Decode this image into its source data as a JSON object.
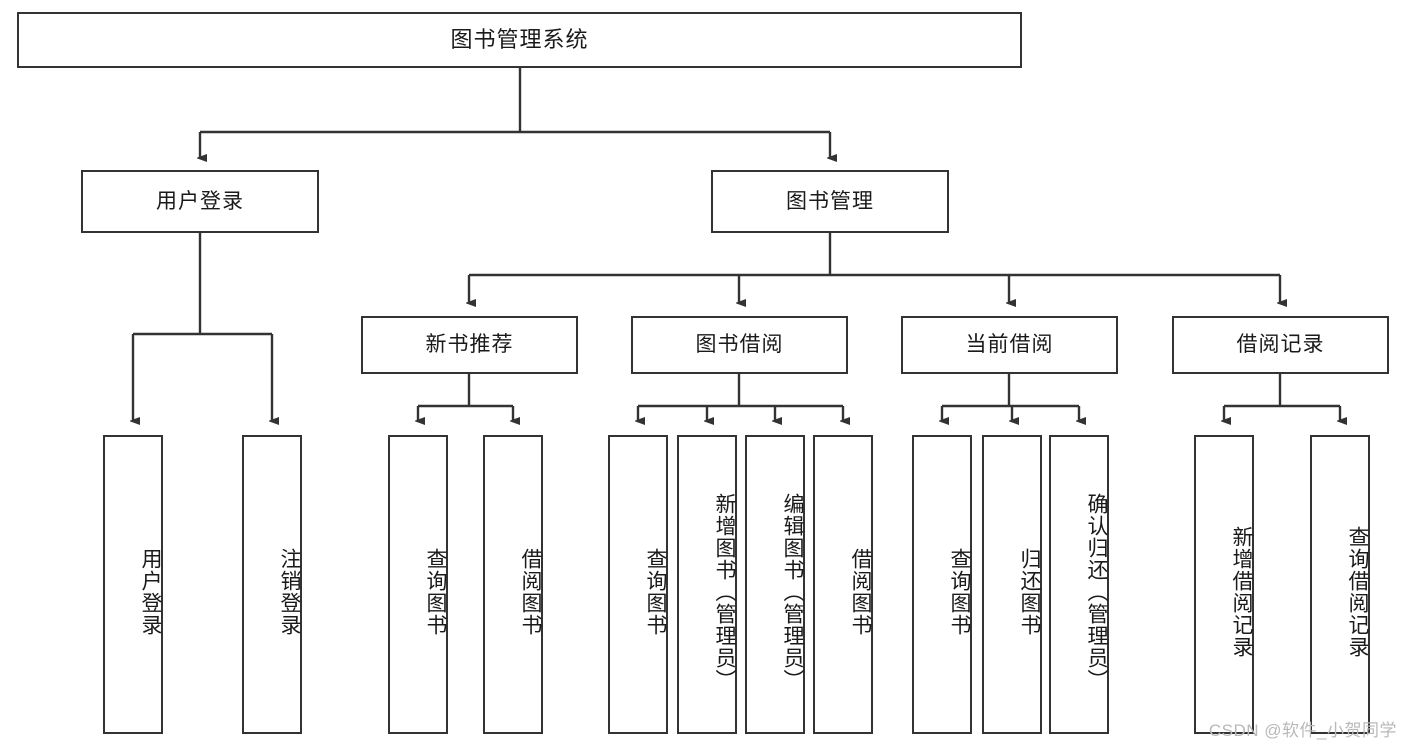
{
  "diagram": {
    "type": "tree-hierarchy",
    "title": "图书管理系统",
    "levels": {
      "root": {
        "label": "图书管理系统"
      },
      "level2": [
        {
          "label": "用户登录"
        },
        {
          "label": "图书管理"
        }
      ],
      "level3": [
        {
          "label": "新书推荐"
        },
        {
          "label": "图书借阅"
        },
        {
          "label": "当前借阅"
        },
        {
          "label": "借阅记录"
        }
      ],
      "leaves": {
        "user_login": [
          {
            "label": "用户登录"
          },
          {
            "label": "注销登录"
          }
        ],
        "new_book_recommend": [
          {
            "label": "查询图书"
          },
          {
            "label": "借阅图书"
          }
        ],
        "book_borrow": [
          {
            "label": "查询图书"
          },
          {
            "label": "新增图书（管理员）"
          },
          {
            "label": "编辑图书（管理员）"
          },
          {
            "label": "借阅图书"
          }
        ],
        "current_borrow": [
          {
            "label": "查询图书"
          },
          {
            "label": "归还图书"
          },
          {
            "label": "确认归还（管理员）"
          }
        ],
        "borrow_record": [
          {
            "label": "新增借阅记录"
          },
          {
            "label": "查询借阅记录"
          }
        ]
      }
    },
    "watermark": "CSDN @软件_小贺同学",
    "colors": {
      "border": "#333333",
      "text": "#1a1a1a",
      "background": "#ffffff",
      "watermark": "#b9b9b9"
    }
  }
}
